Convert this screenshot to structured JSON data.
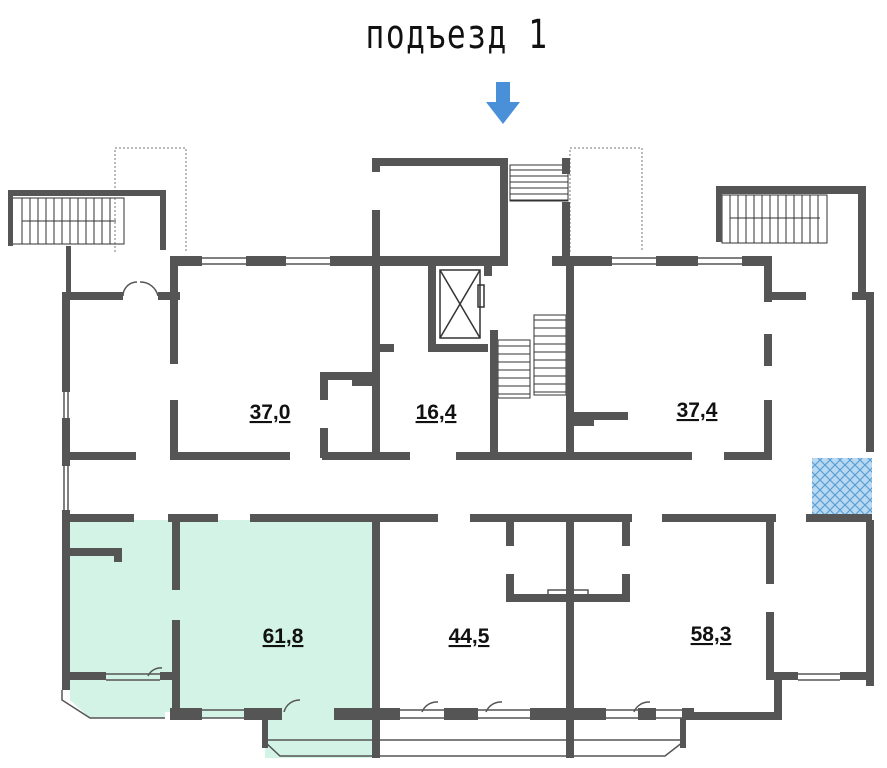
{
  "title": "подъезд 1",
  "colors": {
    "wall": "#555555",
    "highlight_fill": "#d2f3e6",
    "shaft_fill": "#b9d9f3",
    "shaft_hatch": "#5a9fd4",
    "arrow": "#4a90d9"
  },
  "icons": {
    "entrance_arrow": "arrow-down-icon",
    "elevator": "elevator-shaft-icon",
    "stairs": "staircase-icon"
  },
  "apartments": [
    {
      "id": "apt-1",
      "area": "37,0",
      "highlighted": false
    },
    {
      "id": "apt-2",
      "area": "16,4",
      "highlighted": false
    },
    {
      "id": "apt-3",
      "area": "37,4",
      "highlighted": false
    },
    {
      "id": "apt-4",
      "area": "61,8",
      "highlighted": true
    },
    {
      "id": "apt-5",
      "area": "44,5",
      "highlighted": false
    },
    {
      "id": "apt-6",
      "area": "58,3",
      "highlighted": false
    }
  ]
}
